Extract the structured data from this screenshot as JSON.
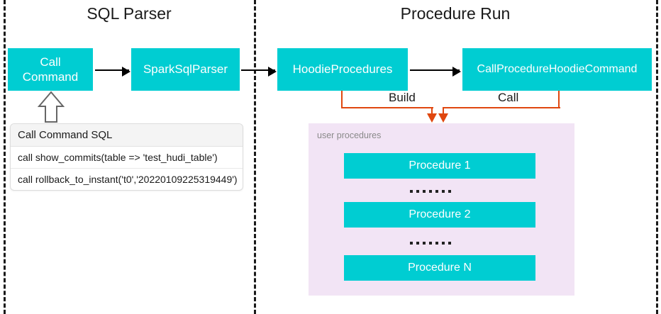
{
  "diagram": {
    "sections": [
      {
        "title": "SQL Parser"
      },
      {
        "title": "Procedure Run"
      }
    ],
    "nodes": {
      "call_command": "Call\nCommand",
      "call_command_line1": "Call",
      "call_command_line2": "Command",
      "spark_sql_parser": "SparkSqlParser",
      "hoodie_procedures": "HoodieProcedures",
      "call_procedure_hoodie_command": "CallProcedureHoodieCommand"
    },
    "sql_table": {
      "header": "Call Command SQL",
      "rows": [
        "call show_commits(table => 'test_hudi_table')",
        "call rollback_to_instant('t0','20220109225319449')"
      ]
    },
    "procedures_panel": {
      "label": "user procedures",
      "items": [
        "Procedure 1",
        "Procedure 2",
        "Procedure N"
      ],
      "ellipsis_dot_count": 7
    },
    "connector_labels": {
      "build": "Build",
      "call": "Call"
    },
    "colors": {
      "node_fill": "#00cdd2",
      "node_text": "#ffffff",
      "panel_fill": "#f2e4f5",
      "connector_orange": "#e0470f",
      "arrow_black": "#000000",
      "divider": "#1a1a1a",
      "label_gray": "#8a8a8a"
    }
  }
}
